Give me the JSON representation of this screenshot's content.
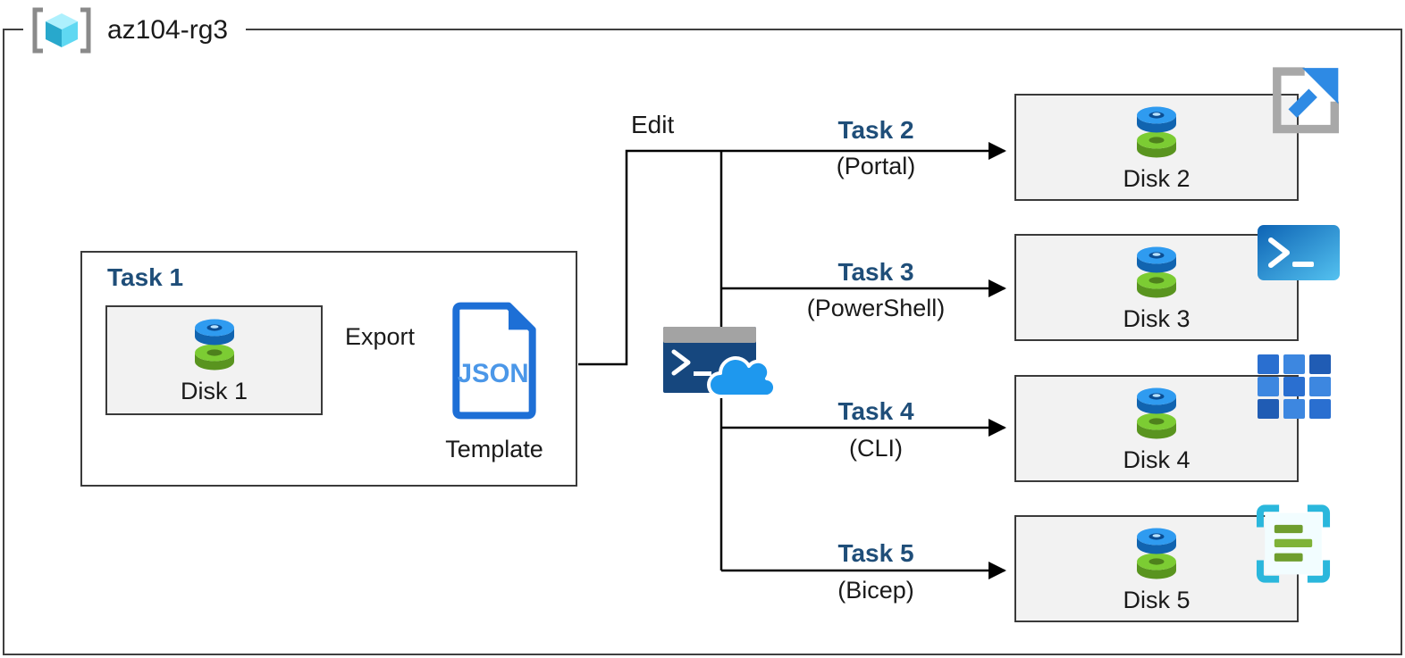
{
  "resource_group": {
    "label": "az104-rg3"
  },
  "task1": {
    "title": "Task 1",
    "disk": "Disk 1",
    "export_label": "Export",
    "json_doc_label": "JSON",
    "template_label": "Template"
  },
  "edit_label": "Edit",
  "branches": [
    {
      "task": "Task 2",
      "method": "(Portal)",
      "disk": "Disk 2"
    },
    {
      "task": "Task 3",
      "method": "(PowerShell)",
      "disk": "Disk 3"
    },
    {
      "task": "Task 4",
      "method": "(CLI)",
      "disk": "Disk 4"
    },
    {
      "task": "Task 5",
      "method": "(Bicep)",
      "disk": "Disk 5"
    }
  ],
  "icons": {
    "resource_group": "resource-group-icon",
    "disk": "managed-disk-icon",
    "json_template": "json-template-icon",
    "cloud_shell": "cloud-shell-icon",
    "cloud_shell_prompt": ">_",
    "portal": "azure-portal-icon",
    "powershell": "powershell-icon",
    "powershell_prompt": ">_",
    "cli": "cli-grid-icon",
    "bicep": "bicep-template-icon"
  },
  "colors": {
    "task_heading": "#1f4e79",
    "box_fill": "#f2f2f2",
    "line": "#000000",
    "disk_blue": "#2f9bf0",
    "disk_green": "#7ccc33",
    "json_blue": "#1d6fd6",
    "cloud_blue": "#1e98ee",
    "powershell_blue": "#2a86d4",
    "bicep_cyan": "#2ab7dc",
    "portal_arrow_blue": "#2e8ae4"
  }
}
